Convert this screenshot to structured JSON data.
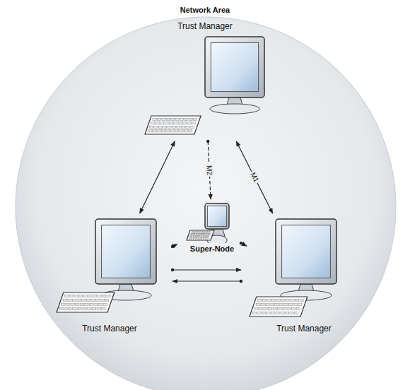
{
  "diagram": {
    "nodes": [
      {
        "text": [
          "Network Area"
        ]
      },
      {
        "text": [
          "Trust Manager"
        ],
        "in": 0
      },
      {
        "text": [
          "Super-Node"
        ],
        "in": 0
      },
      {
        "text": [
          "Trust Manager"
        ],
        "in": 0
      },
      {
        "text": [
          "Trust Manager"
        ],
        "in": 0
      }
    ],
    "edges": [
      {
        "from": 1,
        "to": 3,
        "arrow": "both"
      },
      {
        "from": 1,
        "to": 4,
        "label": "M1",
        "arrow": "both"
      },
      {
        "from": 3,
        "to": 4,
        "arrow": "to"
      },
      {
        "from": 4,
        "to": 3,
        "arrow": "to"
      },
      {
        "from": 1,
        "to": 2,
        "label": "M2",
        "arrow": "to"
      },
      {
        "from": 3,
        "to": 2,
        "arrow": "to"
      },
      {
        "from": 4,
        "to": 2,
        "arrow": "to"
      }
    ]
  }
}
